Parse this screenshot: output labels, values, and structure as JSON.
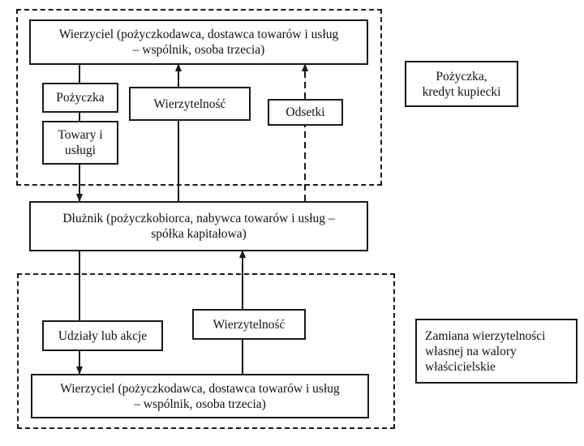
{
  "top_group": {
    "creditor": {
      "line1": "Wierzyciel (pożyczkodawca, dostawca towarów i usług",
      "line2": "– wspólnik, osoba trzecia)"
    },
    "loan": "Pożyczka",
    "goods": {
      "line1": "Towary i",
      "line2": "usługi"
    },
    "claim": "Wierzytelność",
    "interest": "Odsetki",
    "caption": {
      "line1": "Pożyczka,",
      "line2": "kredyt kupiecki"
    }
  },
  "debtor": {
    "line1": "Dłużnik (pożyczkobiorca, nabywca towarów i usług –",
    "line2": "spółka kapitałowa)"
  },
  "bottom_group": {
    "shares": "Udziały lub akcje",
    "claim": "Wierzytelność",
    "creditor": {
      "line1": "Wierzyciel (pożyczkodawca, dostawca towarów i usług",
      "line2": "– wspólnik, osoba trzecia)"
    },
    "caption": {
      "line1": "Zamiana wierzytelności",
      "line2": "własnej na walory",
      "line3": "właścicielskie"
    }
  }
}
